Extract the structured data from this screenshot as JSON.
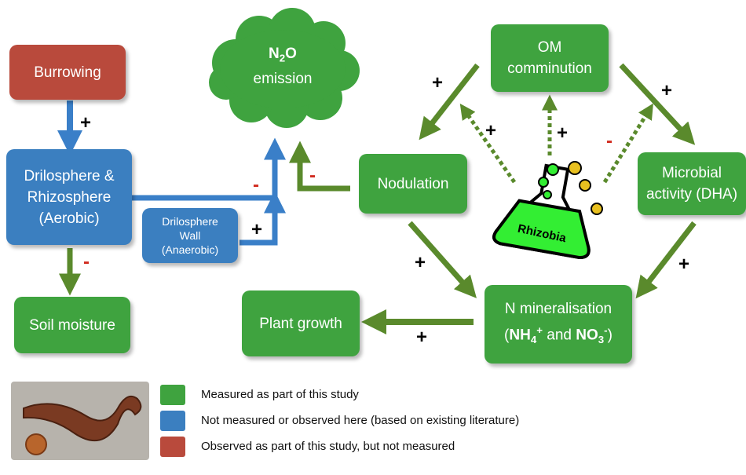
{
  "nodes": {
    "burrowing": "Burrowing",
    "n2o_n": "N",
    "n2o_sub": "2",
    "n2o_o": "O",
    "n2o_emission": "emission",
    "drilosphere_line1": "Drilosphere &",
    "drilosphere_line2": "Rhizosphere",
    "drilosphere_line3": "(Aerobic)",
    "wall_line1": "Drilosphere",
    "wall_line2": "Wall",
    "wall_line3": "(Anaerobic)",
    "soil_moisture": "Soil moisture",
    "nodulation": "Nodulation",
    "om_line1": "OM",
    "om_line2": "comminution",
    "microbial_line1": "Microbial",
    "microbial_line2": "activity (DHA)",
    "rhizobia": "Rhizobia",
    "plant_growth": "Plant growth",
    "nmin_line1": "N mineralisation",
    "nmin_open": "(",
    "nmin_nh": "NH",
    "nmin_nh_sub": "4",
    "nmin_nh_sup": "+",
    "nmin_and": " and ",
    "nmin_no": "NO",
    "nmin_no_sub": "3",
    "nmin_no_sup": "-",
    "nmin_close": ")"
  },
  "signs": {
    "burrowing_to_drilosphere": "+",
    "drilosphere_to_n2o": "-",
    "wall_to_n2o": "+",
    "drilosphere_to_moisture": "-",
    "nodulation_to_n2o": "-",
    "om_to_nodulation": "+",
    "om_to_microbial": "+",
    "rhizobia_to_nodulation": "+",
    "rhizobia_to_om": "+",
    "rhizobia_to_microbial": "-",
    "nodulation_to_nmin": "+",
    "microbial_to_nmin": "+",
    "nmin_to_plant": "+"
  },
  "legend": [
    {
      "label": "Measured as part of this study",
      "color": "#3fa33f"
    },
    {
      "label": "Not measured or observed here (based on existing literature)",
      "color": "#3b7fc0"
    },
    {
      "label": "Observed as part of this study, but not measured",
      "color": "#b94a3c"
    }
  ],
  "colors": {
    "measured": "#3fa33f",
    "literature": "#3b7fc0",
    "observed": "#b94a3c",
    "arrow_green": "#5a8a2c",
    "arrow_blue": "#3a7fc8",
    "negative_sign": "#d12a1e",
    "flask_liquid": "#33ee33",
    "bubble": "#e8c020"
  }
}
